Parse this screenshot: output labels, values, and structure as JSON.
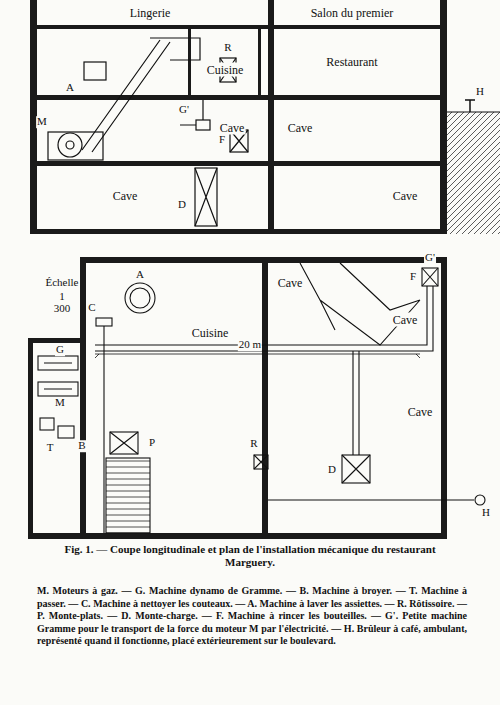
{
  "diagram": {
    "caption": "Fig. 1. — Coupe longitudinale et plan de l'installation mécanique du restaurant Marguery.",
    "nodes": [
      {
        "text": [
          "Lingerie"
        ]
      },
      {
        "text": [
          "Salon du premier"
        ]
      },
      {
        "text": [
          "Cuisine"
        ]
      },
      {
        "text": [
          "Restaurant"
        ]
      },
      {
        "text": [
          "Cave"
        ]
      },
      {
        "text": [
          "Cave"
        ]
      },
      {
        "text": [
          "Cave"
        ]
      },
      {
        "text": [
          "Cave"
        ]
      },
      {
        "text": [
          "Cuisine"
        ]
      },
      {
        "text": [
          "Cave"
        ]
      },
      {
        "text": [
          "Cave"
        ]
      },
      {
        "text": [
          "Cave"
        ]
      }
    ],
    "labels": [
      "A",
      "R",
      "M",
      "G'",
      "F",
      "D",
      "H",
      "Échelle",
      "1",
      "300",
      "A",
      "C",
      "G",
      "M",
      "T",
      "B",
      "P",
      "R",
      "20 m",
      "G'",
      "F",
      "D",
      "H",
      "M. Moteurs à gaz. — G. Machine dynamo de Gramme. — B. Machine à broyer. — T. Machine à passer. — C. Machine à nettoyer les couteaux. — A. Machine à laver les assiettes. — R. Rôtissoire. — P. Monte-plats. — D. Monte-charge. — F. Machine à rincer les bouteilles. — G'. Petite machine Gramme pour le transport de la force du moteur M par l'électricité. — H. Brûleur à café, ambulant, représenté quand il fonctionne, placé extérieurement sur le boulevard."
    ]
  }
}
